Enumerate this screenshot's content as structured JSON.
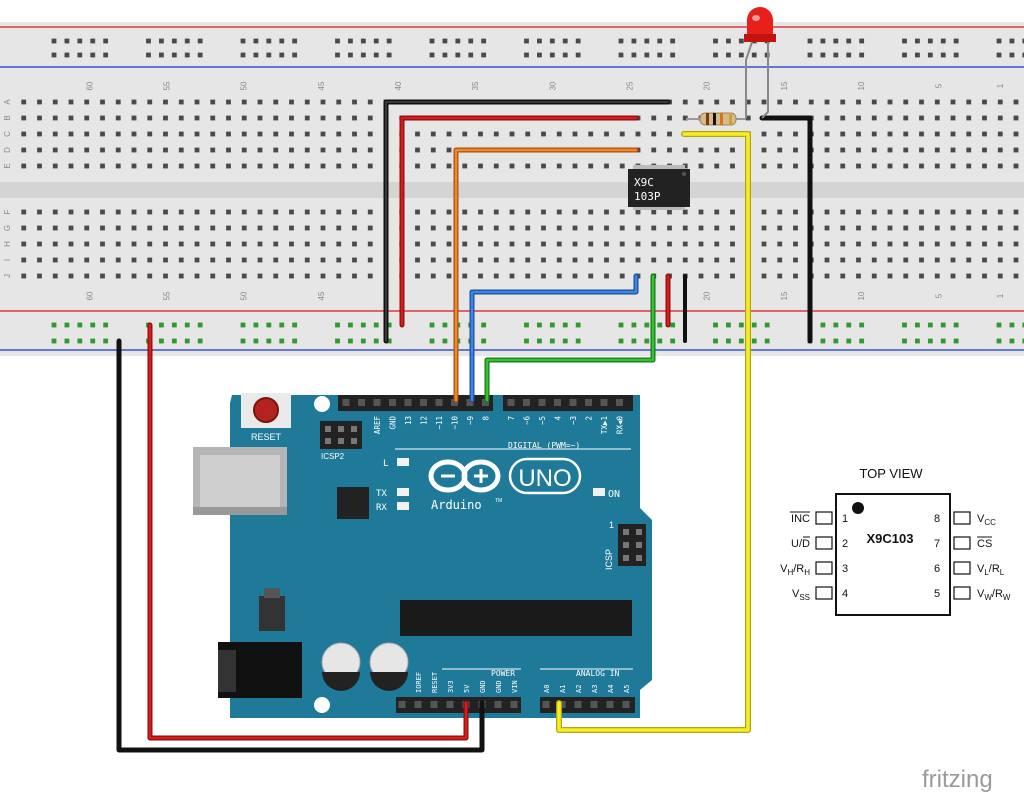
{
  "breadboard": {
    "column_numbers_top": [
      "60",
      "55",
      "50",
      "45",
      "40",
      "35",
      "30",
      "25",
      "20",
      "15",
      "10",
      "5",
      "1"
    ],
    "column_numbers_bottom": [
      "60",
      "55",
      "50",
      "45",
      "20",
      "15",
      "10",
      "5",
      "1"
    ],
    "row_letters_top": [
      "A",
      "B",
      "C",
      "D",
      "E"
    ],
    "row_letters_bottom": [
      "F",
      "G",
      "H",
      "I",
      "J"
    ],
    "colors": {
      "body": "#e6e6e6",
      "rail_red": "#d93a3a",
      "rail_blue": "#3a52c9",
      "hole": "#4a4a4a",
      "hole_active": "#2f9a2f"
    }
  },
  "chip": {
    "line1": "X9C",
    "line2": "103P"
  },
  "arduino": {
    "board_color": "#1f7a99",
    "reset_label": "RESET",
    "icsp2_label": "ICSP2",
    "top_header_labels": [
      "AREF",
      "GND",
      "13",
      "12",
      "~11",
      "~10",
      "~9",
      "8",
      "7",
      "~6",
      "~5",
      "4",
      "~3",
      "2",
      "TX▶1",
      "RX◀0"
    ],
    "digital_label": "DIGITAL (PWM=~)",
    "led_L": "L",
    "led_TX": "TX",
    "led_RX": "RX",
    "on_label": "ON",
    "logo_brand": "Arduino",
    "logo_tm": "TM",
    "logo_model": "UNO",
    "icsp_label": "ICSP",
    "icsp_pin1": "1",
    "power_label": "POWER",
    "analog_label": "ANALOG IN",
    "power_pins": [
      "IOREF",
      "RESET",
      "3V3",
      "5V",
      "GND",
      "GND",
      "VIN"
    ],
    "analog_pins": [
      "A0",
      "A1",
      "A2",
      "A3",
      "A4",
      "A5"
    ]
  },
  "wire_colors": {
    "black": "#1a1a1a",
    "red": "#c81414",
    "orange": "#d9731c",
    "blue": "#2f6fd1",
    "green": "#2aa52a",
    "yellow": "#f2e619",
    "led": "#e8201c"
  },
  "pinout": {
    "title": "TOP VIEW",
    "part": "X9C103",
    "left_pins": [
      {
        "num": "1",
        "label": "INC"
      },
      {
        "num": "2",
        "label": "U/D"
      },
      {
        "num": "3",
        "label": "VH/RH"
      },
      {
        "num": "4",
        "label": "VSS"
      }
    ],
    "right_pins": [
      {
        "num": "8",
        "label": "VCC"
      },
      {
        "num": "7",
        "label": "CS"
      },
      {
        "num": "6",
        "label": "VL/RL"
      },
      {
        "num": "5",
        "label": "VW/RW"
      }
    ]
  },
  "watermark": "fritzing"
}
